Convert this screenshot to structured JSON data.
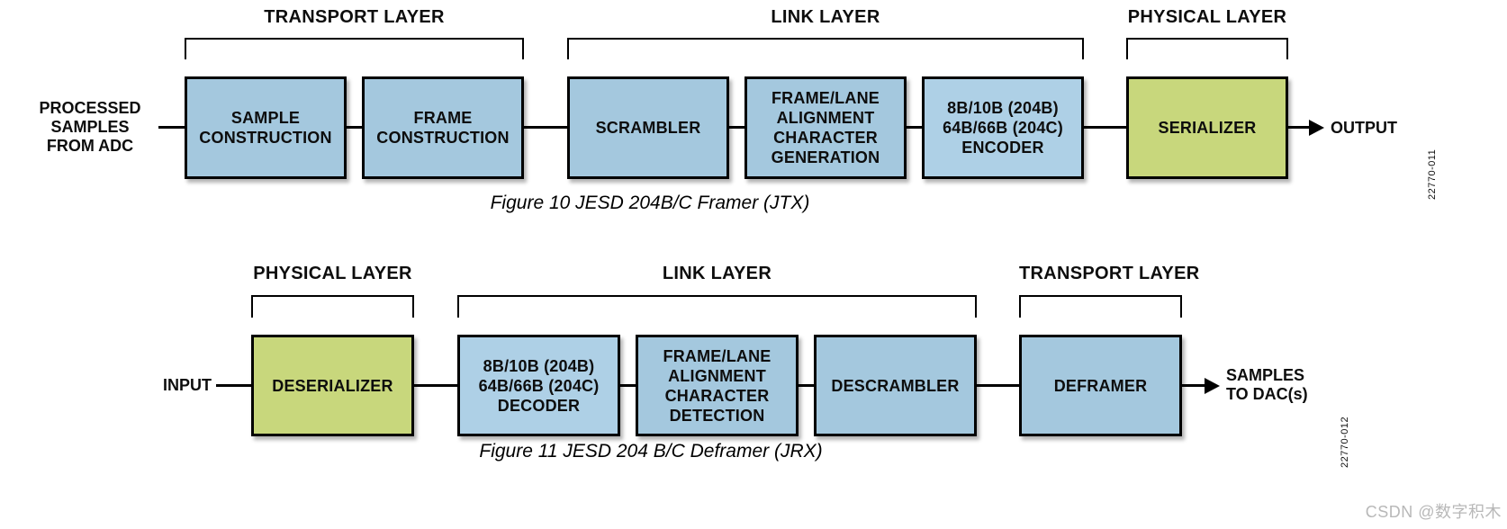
{
  "watermark": "CSDN @数字积木",
  "colors": {
    "block_blue": "#a4c8de",
    "block_blue_light": "#aed0e6",
    "block_green": "#c8d77c"
  },
  "figures": [
    {
      "caption": "Figure 10 JESD 204B/C Framer (JTX)",
      "part_number": "22770-011",
      "source_label": "PROCESSED\nSAMPLES\nFROM ADC",
      "output_label": "OUTPUT",
      "layers": [
        {
          "label": "TRANSPORT LAYER"
        },
        {
          "label": "LINK LAYER"
        },
        {
          "label": "PHYSICAL LAYER"
        }
      ],
      "blocks": [
        {
          "label": "SAMPLE\nCONSTRUCTION"
        },
        {
          "label": "FRAME\nCONSTRUCTION"
        },
        {
          "label": "SCRAMBLER"
        },
        {
          "label": "FRAME/LANE\nALIGNMENT\nCHARACTER\nGENERATION"
        },
        {
          "label": "8B/10B (204B)\n64B/66B (204C)\nENCODER"
        },
        {
          "label": "SERIALIZER"
        }
      ]
    },
    {
      "caption": "Figure 11 JESD 204 B/C Deframer (JRX)",
      "part_number": "22770-012",
      "source_label": "INPUT",
      "output_label": "SAMPLES\nTO DAC(s)",
      "layers": [
        {
          "label": "PHYSICAL LAYER"
        },
        {
          "label": "LINK LAYER"
        },
        {
          "label": "TRANSPORT LAYER"
        }
      ],
      "blocks": [
        {
          "label": "DESERIALIZER"
        },
        {
          "label": "8B/10B (204B)\n64B/66B (204C)\nDECODER"
        },
        {
          "label": "FRAME/LANE\nALIGNMENT\nCHARACTER\nDETECTION"
        },
        {
          "label": "DESCRAMBLER"
        },
        {
          "label": "DEFRAMER"
        }
      ]
    }
  ]
}
